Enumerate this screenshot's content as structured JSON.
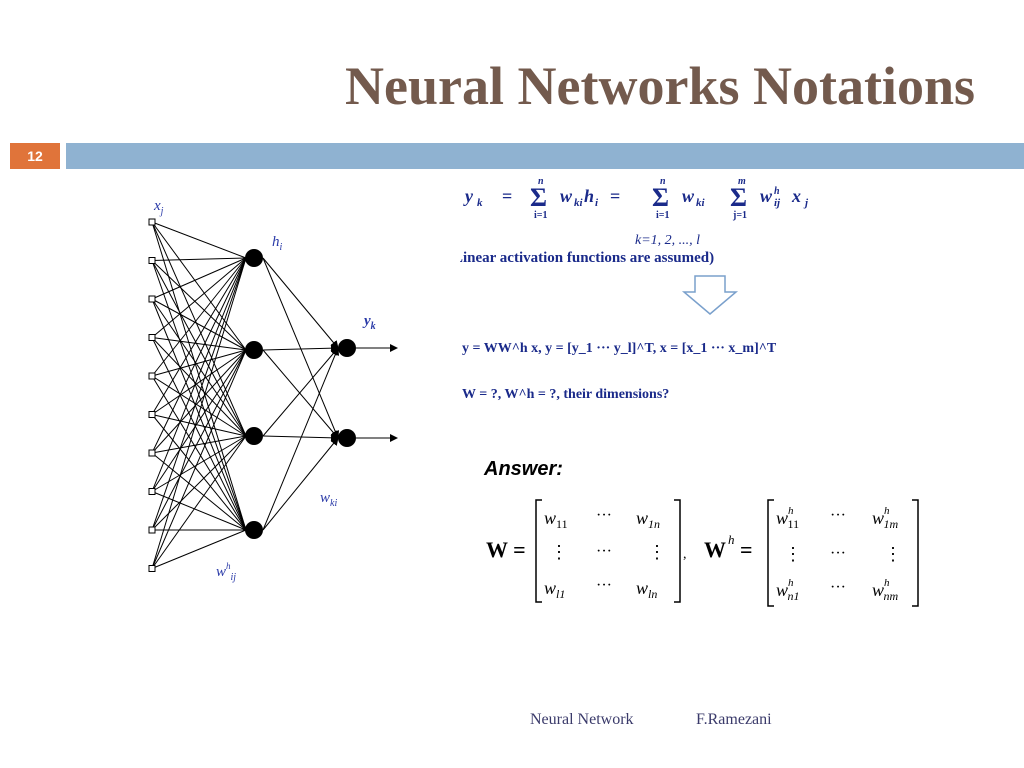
{
  "slide": {
    "title": "Neural Networks Notations",
    "number": "12"
  },
  "colors": {
    "title": "#735a4d",
    "number_box": "#e0743a",
    "header_bar": "#8fb2d1"
  },
  "diagram": {
    "label_input": "x_j",
    "label_hidden": "h_i",
    "label_output": "y_k",
    "label_wki": "w_ki",
    "label_wh": "w^h_ij"
  },
  "equations": {
    "line1_yk": "y_k = Σ_{i=1}^{n} w_ki h_i = Σ_{i=1}^{n} w_ki Σ_{j=1}^{m} w^h_ij x_j",
    "k_range": "k=1, 2, ..., l",
    "assumption": "(Linear activation functions are assumed)",
    "vector_form": "y = WW^h x,  y = [y_1 ··· y_l]^T,  x = [x_1 ··· x_m]^T",
    "question": "W = ?,  W^h = ?,  their dimensions?",
    "answer_label": "Answer:"
  },
  "footer": {
    "left": "Neural Network",
    "right": "F.Ramezani"
  }
}
